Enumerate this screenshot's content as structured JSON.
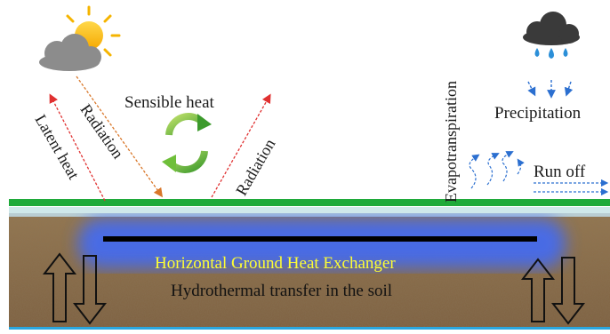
{
  "labels": {
    "sensible_heat": "Sensible heat",
    "latent_heat": "Latent heat",
    "radiation_in": "Radiation",
    "radiation_out": "Radiation",
    "evapotranspiration": "Evapotranspiration",
    "precipitation": "Precipitation",
    "run_off": "Run off",
    "hgx": "Horizontal Ground Heat Exchanger",
    "hydrothermal": "Hydrothermal transfer in the soil"
  },
  "icons": {
    "sun": "sun-icon",
    "cloud_gray": "cloud-icon",
    "rain_cloud": "rain-cloud-icon",
    "cycle": "recycle-arrows-icon",
    "heat_arrows": "up-down-arrows-icon"
  },
  "colors": {
    "soil": "#8a6a48",
    "grass_line": "#1faa3a",
    "hgx_label": "#ffff33",
    "pipe": "#000000",
    "glow": "#3d6bff",
    "arrow_red": "#e03030",
    "arrow_orange": "#d9772a",
    "rain_blue": "#2b8fd8"
  }
}
